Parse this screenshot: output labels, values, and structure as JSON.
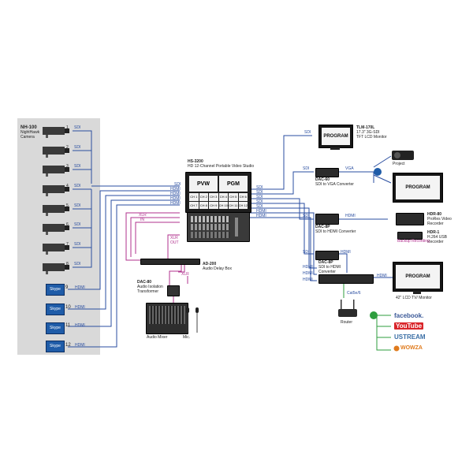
{
  "camera": {
    "model": "NH-100",
    "line2": "NightHawk",
    "line3": "Camera"
  },
  "sources": [
    {
      "num": "1",
      "sig": "SDI"
    },
    {
      "num": "2",
      "sig": "SDI"
    },
    {
      "num": "3",
      "sig": "SDI"
    },
    {
      "num": "4",
      "sig": "SDI"
    },
    {
      "num": "5",
      "sig": "SDI"
    },
    {
      "num": "6",
      "sig": "SDI"
    },
    {
      "num": "7",
      "sig": "SDI"
    },
    {
      "num": "8",
      "sig": "SDI"
    }
  ],
  "skype": [
    {
      "label": "Skype",
      "num": "9",
      "sig": "HDMI"
    },
    {
      "label": "Skype",
      "num": "10",
      "sig": "HDMI"
    },
    {
      "label": "Skype",
      "num": "11",
      "sig": "HDMI"
    },
    {
      "label": "Skype",
      "num": "12",
      "sig": "HDMI"
    }
  ],
  "studio": {
    "model": "HS-3200",
    "desc": "HD 12-Channel Portable Video Studio",
    "pvw": "PVW",
    "pgm": "PGM",
    "channels": [
      "CH 1",
      "CH 2",
      "CH 3",
      "CH 4",
      "CH 5",
      "CH 6",
      "CH 7",
      "CH 8",
      "CH 9",
      "CH 10",
      "CH 11",
      "CH 12"
    ],
    "inputs": [
      "SDI",
      "HDMI",
      "HDMI",
      "HDMI",
      "HDMI"
    ],
    "outputs": [
      "SDI",
      "SDI",
      "SDI",
      "SDI",
      "SDI",
      "HDMI",
      "HDMI"
    ]
  },
  "audio": {
    "xlr_in_1": "XLR",
    "xlr_in_2": "IN",
    "xlr_out_1": "XLR",
    "xlr_out_2": "OUT",
    "delay_model": "AD-200",
    "delay_desc": "Audio Delay Box",
    "dac80_model": "DAC-80",
    "dac80_l2": "Audio Isolation",
    "dac80_l3": "Transformer",
    "xlr_small": "XLR",
    "mixer": "Audio Mixer",
    "mic": "Mic."
  },
  "outputs": {
    "tlm_model": "TLM-170L",
    "tlm_l2": "17.3\" 3G-SDI",
    "tlm_l3": "TFT LCD Monitor",
    "program": "PROGRAM",
    "dac60_model": "DAC-60",
    "dac60_desc": "SDI to VGA Converter",
    "vga": "VGA",
    "project": "Project",
    "dac8p_model_1": "DAC-8P",
    "dac8p_desc_1": "SDI to HDMI Converter",
    "hdr80_model": "HDR-80",
    "hdr80_l2": "ProRes Video",
    "hdr80_l3": "Recorder",
    "hdr1_model": "HDR-1",
    "hdr1_l2": "H.264 USB",
    "hdr1_l3": "Recorder",
    "backup": "Backup Recording",
    "dac8p_model_2": "DAC-8P",
    "dac8p_l2": "SDI to HDMI",
    "dac8p_l3": "Converter",
    "lcd_label": "42\" LCD TV/ Monitor",
    "catsix": "Cat5e/6",
    "router": "Router",
    "sig_sdi": "SDI",
    "sig_hdmi": "HDMI"
  },
  "streaming": [
    "facebook.",
    "YouTube",
    "USTREAM",
    "WOWZA"
  ],
  "colors": {
    "sdi_line": "#2a4ea0",
    "hdmi_line": "#2a4ea0",
    "audio_line": "#b0328e",
    "stream_line": "#2e9e3e",
    "panel": "#d9d9d9"
  }
}
